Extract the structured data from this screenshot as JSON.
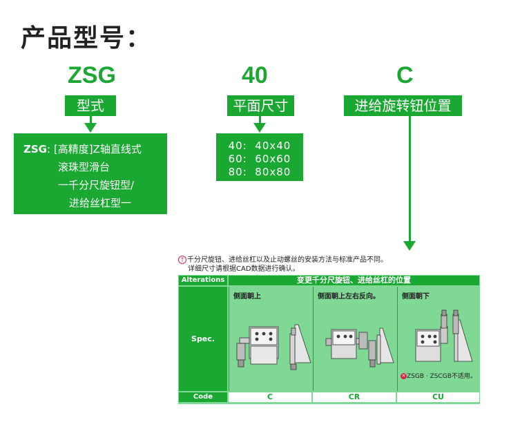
{
  "title": "产品型号：",
  "codes": {
    "series": {
      "letter": "ZSG",
      "tag": "型式"
    },
    "size": {
      "letter": "40",
      "tag": "平面尺寸"
    },
    "knob": {
      "letter": "C",
      "tag": "进给旋转钮位置"
    }
  },
  "series_desc": {
    "label": "ZSG",
    "colon": ":",
    "line1": "[高精度]Z轴直线式",
    "line2": "滚珠型滑台",
    "line3": "一千分尺旋钮型/",
    "line4": "进给丝杠型一"
  },
  "sizes": [
    "40:  40x40",
    "60:  60x60",
    "80:  80x80"
  ],
  "note": {
    "icon": "info-icon",
    "line1": "千分尺旋钮、进给丝杠以及止动螺丝的安装方法与标准产品不同。",
    "line2": "详细尺寸请根据CAD数据进行确认。"
  },
  "table": {
    "alterations_label": "Alterations",
    "alterations_value": "变更千分尺旋钮、进给丝杠的位置",
    "spec_label": "Spec.",
    "code_label": "Code",
    "options": [
      {
        "heading": "侧面朝上",
        "code": "C"
      },
      {
        "heading": "侧面朝上左右反向。",
        "code": "CR"
      },
      {
        "heading": "侧面朝下",
        "code": "CU",
        "warning": "ZSGB · ZSCGB不适用。"
      }
    ]
  },
  "colors": {
    "accent": "#1aa833",
    "light": "#7fd995",
    "warn": "#d3254b"
  }
}
